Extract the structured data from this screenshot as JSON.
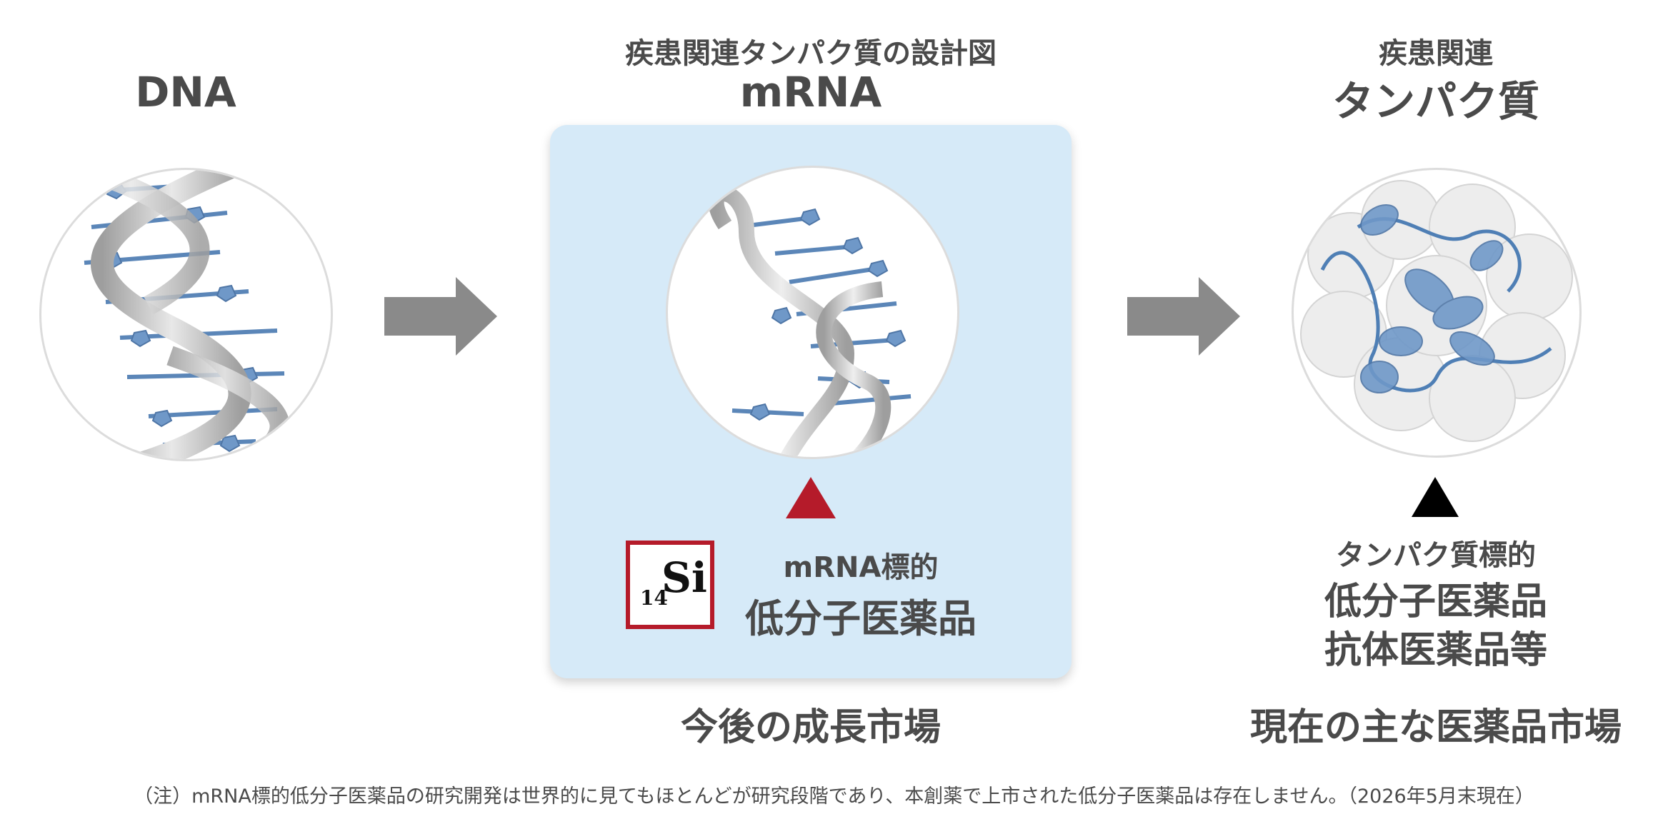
{
  "dna": {
    "title": "DNA"
  },
  "mrna": {
    "subtitle": "疾患関連タンパク質の設計図",
    "title": "mRNA",
    "target_label": "mRNA標的",
    "drug_label": "低分子医薬品",
    "market_label": "今後の成長市場",
    "logo": {
      "number": "14",
      "symbol": "Si"
    }
  },
  "protein": {
    "subtitle": "疾患関連",
    "title": "タンパク質",
    "target_label": "タンパク質標的",
    "drug_label_1": "低分子医薬品",
    "drug_label_2": "抗体医薬品等",
    "market_label": "現在の主な医薬品市場"
  },
  "footnote": "（注）mRNA標的低分子医薬品の研究開発は世界的に見てもほとんどが研究段階であり、本創薬で上市された低分子医薬品は存在しません。（2026年5月末現在）",
  "colors": {
    "panel_bg": "#d6eaf8",
    "accent_red": "#b51b2a",
    "arrow_gray": "#8a8a8a",
    "strand_blue": "#5b86b8",
    "ribbon_gray": "#bdbdbd"
  },
  "icons": {
    "arrow_1": "right-arrow-icon",
    "arrow_2": "right-arrow-icon",
    "mrna_marker": "red-up-triangle-icon",
    "protein_marker": "black-up-triangle-icon"
  }
}
